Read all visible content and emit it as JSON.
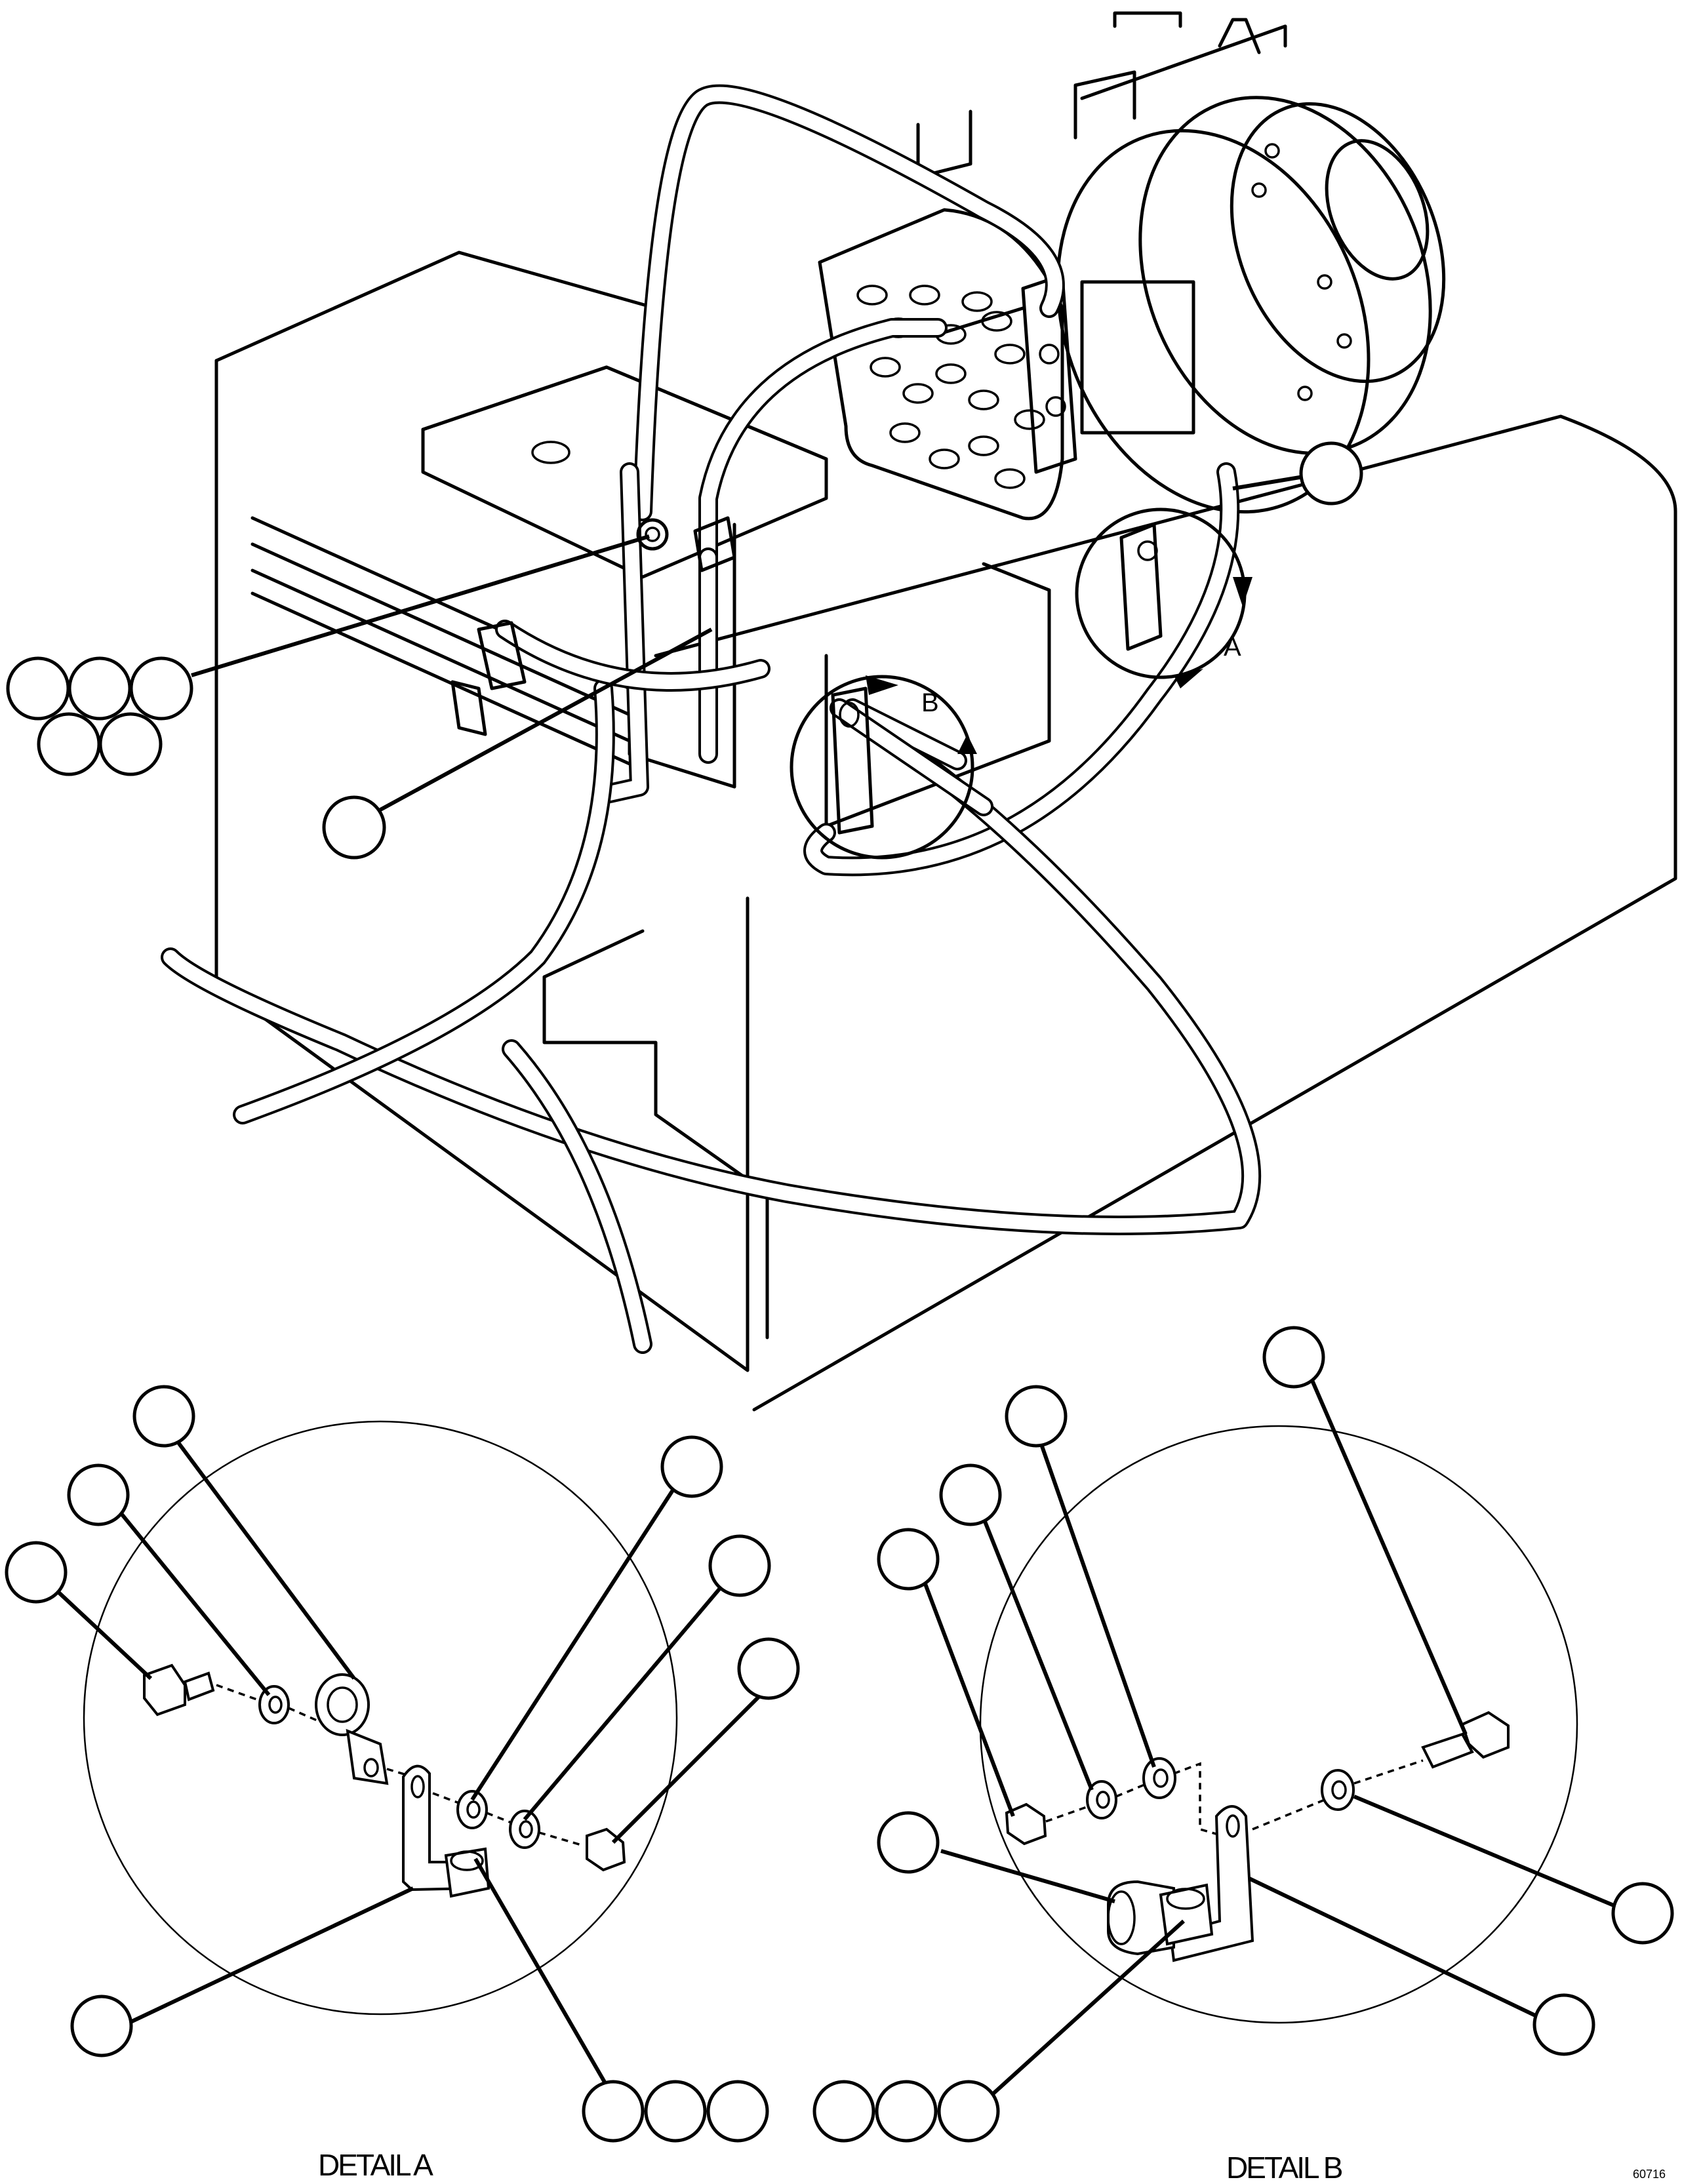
{
  "detail_a": {
    "letter": "A",
    "caption": "DETAIL A"
  },
  "detail_b": {
    "letter": "B",
    "caption": "DETAIL B"
  },
  "figure_id": "60716"
}
